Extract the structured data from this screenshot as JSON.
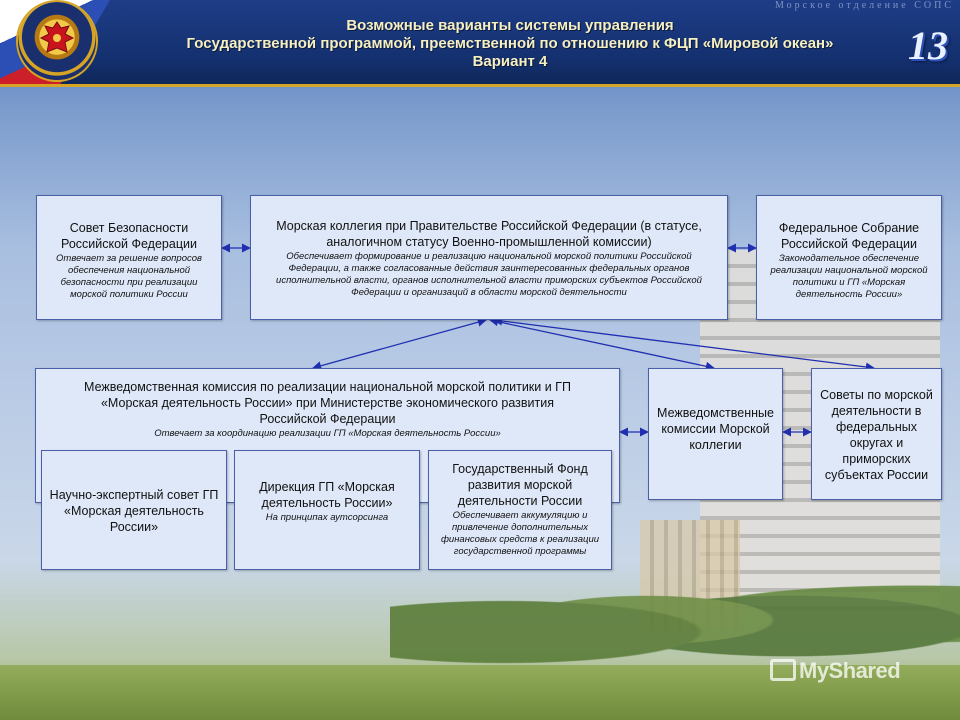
{
  "header": {
    "caption": "Морское отделение СОПС",
    "title_lines": [
      "Возможные варианты системы управления",
      "Государственной программой, преемственной по отношению к ФЦП «Мировой океан»",
      "Вариант 4"
    ],
    "slide_number": "13"
  },
  "boxes": {
    "security_council": {
      "name": "Совет Безопасности Российской Федерации",
      "desc": "Отвечает за решение вопросов обеспечения национальной безопасности при реализации морской политики России"
    },
    "maritime_board": {
      "name": "Морская коллегия при Правительстве Российской Федерации (в статусе, аналогичном статусу Военно-промышленной комиссии)",
      "desc": "Обеспечивает формирование и реализацию национальной морской политики Российской Федерации, а также согласованные действия заинтересованных федеральных органов исполнительной власти, органов исполнительной власти приморских субъектов Российской Федерации и организаций в области морской деятельности"
    },
    "federal_assembly": {
      "name": "Федеральное Собрание Российской Федерации",
      "desc": "Законодательное обеспечение реализации национальной морской политики и ГП «Морская деятельность России»"
    },
    "interagency_commission": {
      "name": "Межведомственная комиссия по реализации национальной морской политики и ГП «Морская деятельность России» при Министерстве экономического развития Российской Федерации",
      "desc": "Отвечает за координацию реализации ГП «Морская деятельность России»"
    },
    "board_commissions": {
      "name": "Межведомственные комиссии Морской коллегии"
    },
    "regional_councils": {
      "name": "Советы по морской деятельности в федеральных округах и приморских субъектах России"
    },
    "expert_council": {
      "name": "Научно-экспертный совет ГП «Морская деятельность России»"
    },
    "directorate": {
      "name": "Дирекция ГП «Морская деятельность России»",
      "desc": "На принципах аутсорсинга"
    },
    "state_fund": {
      "name": "Государственный Фонд развития морской деятельности России",
      "desc": "Обеспечивает аккумуляцию и привлечение дополнительных финансовых средств к реализации государственной программы"
    }
  },
  "watermark": "MyShared",
  "colors": {
    "header_bg": "#14306f",
    "title_text": "#f6efc0",
    "box_fill": "#dfe8f8",
    "box_border": "#4b5fa8",
    "arrow": "#1f2fb0"
  }
}
